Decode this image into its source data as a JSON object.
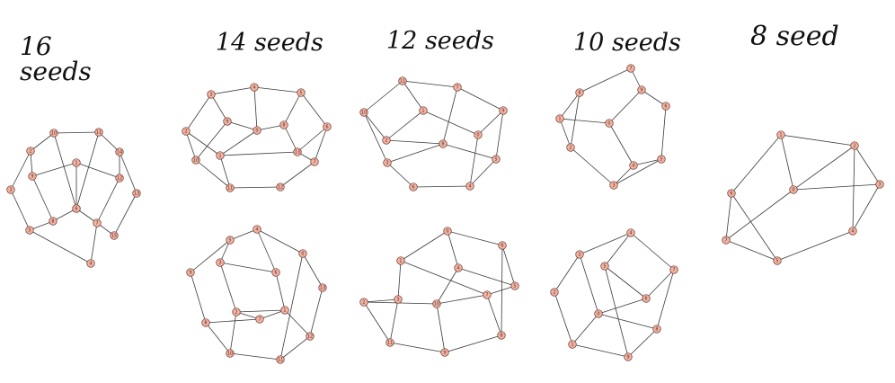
{
  "labels": {
    "g16": "16\nseeds",
    "g14": "14 seeds",
    "g12": "12 seeds",
    "g10": "10 seeds",
    "g8": "8 seed"
  },
  "colors": {
    "node_fill": "#f2b3a3",
    "edge": "#3a3a3a"
  },
  "graphs": [
    {
      "id": "g16-top",
      "nodes": [
        "10",
        "11",
        "2",
        "14",
        "1",
        "9",
        "12",
        "0",
        "13",
        "3",
        "8",
        "6",
        "7",
        "15",
        "5",
        "4"
      ],
      "edges": [
        [
          "10",
          "11"
        ],
        [
          "10",
          "2"
        ],
        [
          "11",
          "14"
        ],
        [
          "2",
          "9"
        ],
        [
          "2",
          "3"
        ],
        [
          "14",
          "12"
        ],
        [
          "14",
          "13"
        ],
        [
          "1",
          "9"
        ],
        [
          "1",
          "12"
        ],
        [
          "1",
          "6"
        ],
        [
          "9",
          "8"
        ],
        [
          "12",
          "7"
        ],
        [
          "6",
          "8"
        ],
        [
          "6",
          "7"
        ],
        [
          "3",
          "5"
        ],
        [
          "13",
          "15"
        ],
        [
          "8",
          "5"
        ],
        [
          "7",
          "15"
        ],
        [
          "7",
          "4"
        ],
        [
          "5",
          "4"
        ],
        [
          "0",
          "10"
        ],
        [
          "0",
          "11"
        ]
      ]
    },
    {
      "id": "g14-top",
      "nodes": [
        "3",
        "4",
        "5",
        "2",
        "9",
        "0",
        "8",
        "6",
        "10",
        "1",
        "13",
        "7",
        "11",
        "12"
      ],
      "edges": [
        [
          "3",
          "4"
        ],
        [
          "4",
          "5"
        ],
        [
          "3",
          "2"
        ],
        [
          "3",
          "9"
        ],
        [
          "4",
          "0"
        ],
        [
          "5",
          "8"
        ],
        [
          "5",
          "6"
        ],
        [
          "2",
          "10"
        ],
        [
          "9",
          "10"
        ],
        [
          "9",
          "0"
        ],
        [
          "0",
          "8"
        ],
        [
          "0",
          "1"
        ],
        [
          "8",
          "13"
        ],
        [
          "6",
          "13"
        ],
        [
          "6",
          "7"
        ],
        [
          "10",
          "11"
        ],
        [
          "1",
          "13"
        ],
        [
          "1",
          "11"
        ],
        [
          "13",
          "7"
        ],
        [
          "7",
          "12"
        ],
        [
          "11",
          "12"
        ],
        [
          "2",
          "1"
        ]
      ]
    },
    {
      "id": "g14-bot",
      "nodes": [
        "4",
        "5",
        "9",
        "3",
        "6",
        "0",
        "13",
        "2",
        "1",
        "7",
        "8",
        "12",
        "10",
        "11"
      ],
      "edges": [
        [
          "4",
          "5"
        ],
        [
          "5",
          "9"
        ],
        [
          "5",
          "3"
        ],
        [
          "4",
          "6"
        ],
        [
          "4",
          "0"
        ],
        [
          "9",
          "8"
        ],
        [
          "3",
          "2"
        ],
        [
          "3",
          "6"
        ],
        [
          "6",
          "1"
        ],
        [
          "0",
          "13"
        ],
        [
          "0",
          "11"
        ],
        [
          "13",
          "12"
        ],
        [
          "2",
          "1"
        ],
        [
          "2",
          "7"
        ],
        [
          "2",
          "10"
        ],
        [
          "1",
          "12"
        ],
        [
          "1",
          "7"
        ],
        [
          "8",
          "7"
        ],
        [
          "8",
          "10"
        ],
        [
          "12",
          "11"
        ],
        [
          "10",
          "11"
        ]
      ]
    },
    {
      "id": "g12-top",
      "nodes": [
        "11",
        "7",
        "10",
        "1",
        "9",
        "0",
        "2",
        "8",
        "3",
        "5",
        "4",
        "6"
      ],
      "edges": [
        [
          "11",
          "7"
        ],
        [
          "11",
          "10"
        ],
        [
          "11",
          "1"
        ],
        [
          "7",
          "9"
        ],
        [
          "7",
          "8"
        ],
        [
          "10",
          "2"
        ],
        [
          "10",
          "3"
        ],
        [
          "1",
          "0"
        ],
        [
          "1",
          "2"
        ],
        [
          "9",
          "0"
        ],
        [
          "9",
          "5"
        ],
        [
          "2",
          "8"
        ],
        [
          "8",
          "5"
        ],
        [
          "8",
          "3"
        ],
        [
          "0",
          "4"
        ],
        [
          "3",
          "6"
        ],
        [
          "6",
          "4"
        ],
        [
          "5",
          "4"
        ]
      ]
    },
    {
      "id": "g12-bot",
      "nodes": [
        "0",
        "6",
        "1",
        "4",
        "5",
        "3",
        "2",
        "10",
        "7",
        "11",
        "8",
        "9"
      ],
      "edges": [
        [
          "0",
          "6"
        ],
        [
          "0",
          "1"
        ],
        [
          "0",
          "4"
        ],
        [
          "6",
          "5"
        ],
        [
          "6",
          "8"
        ],
        [
          "1",
          "3"
        ],
        [
          "1",
          "7"
        ],
        [
          "4",
          "10"
        ],
        [
          "4",
          "5"
        ],
        [
          "3",
          "2"
        ],
        [
          "3",
          "11"
        ],
        [
          "2",
          "10"
        ],
        [
          "10",
          "9"
        ],
        [
          "7",
          "5"
        ],
        [
          "7",
          "8"
        ],
        [
          "7",
          "10"
        ],
        [
          "11",
          "9"
        ],
        [
          "8",
          "9"
        ],
        [
          "2",
          "11"
        ]
      ]
    },
    {
      "id": "g10-top",
      "nodes": [
        "7",
        "8",
        "9",
        "1",
        "0",
        "6",
        "2",
        "4",
        "5",
        "3"
      ],
      "edges": [
        [
          "7",
          "8"
        ],
        [
          "7",
          "9"
        ],
        [
          "8",
          "1"
        ],
        [
          "8",
          "2"
        ],
        [
          "9",
          "0"
        ],
        [
          "9",
          "6"
        ],
        [
          "1",
          "0"
        ],
        [
          "1",
          "2"
        ],
        [
          "0",
          "4"
        ],
        [
          "6",
          "5"
        ],
        [
          "2",
          "3"
        ],
        [
          "4",
          "5"
        ],
        [
          "4",
          "3"
        ],
        [
          "5",
          "3"
        ]
      ]
    },
    {
      "id": "g10-bot",
      "nodes": [
        "4",
        "3",
        "5",
        "7",
        "2",
        "6",
        "0",
        "8",
        "1",
        "9"
      ],
      "edges": [
        [
          "4",
          "3"
        ],
        [
          "4",
          "5"
        ],
        [
          "4",
          "7"
        ],
        [
          "3",
          "2"
        ],
        [
          "3",
          "0"
        ],
        [
          "5",
          "6"
        ],
        [
          "5",
          "9"
        ],
        [
          "7",
          "6"
        ],
        [
          "7",
          "8"
        ],
        [
          "2",
          "1"
        ],
        [
          "0",
          "8"
        ],
        [
          "0",
          "1"
        ],
        [
          "6",
          "0"
        ],
        [
          "8",
          "9"
        ],
        [
          "1",
          "9"
        ]
      ]
    },
    {
      "id": "g8",
      "nodes": [
        "1",
        "2",
        "6",
        "0",
        "3",
        "7",
        "4",
        "5"
      ],
      "edges": [
        [
          "1",
          "2"
        ],
        [
          "1",
          "6"
        ],
        [
          "1",
          "0"
        ],
        [
          "2",
          "3"
        ],
        [
          "2",
          "4"
        ],
        [
          "6",
          "7"
        ],
        [
          "6",
          "5"
        ],
        [
          "0",
          "3"
        ],
        [
          "0",
          "7"
        ],
        [
          "0",
          "2"
        ],
        [
          "3",
          "4"
        ],
        [
          "7",
          "5"
        ],
        [
          "4",
          "5"
        ]
      ]
    }
  ]
}
